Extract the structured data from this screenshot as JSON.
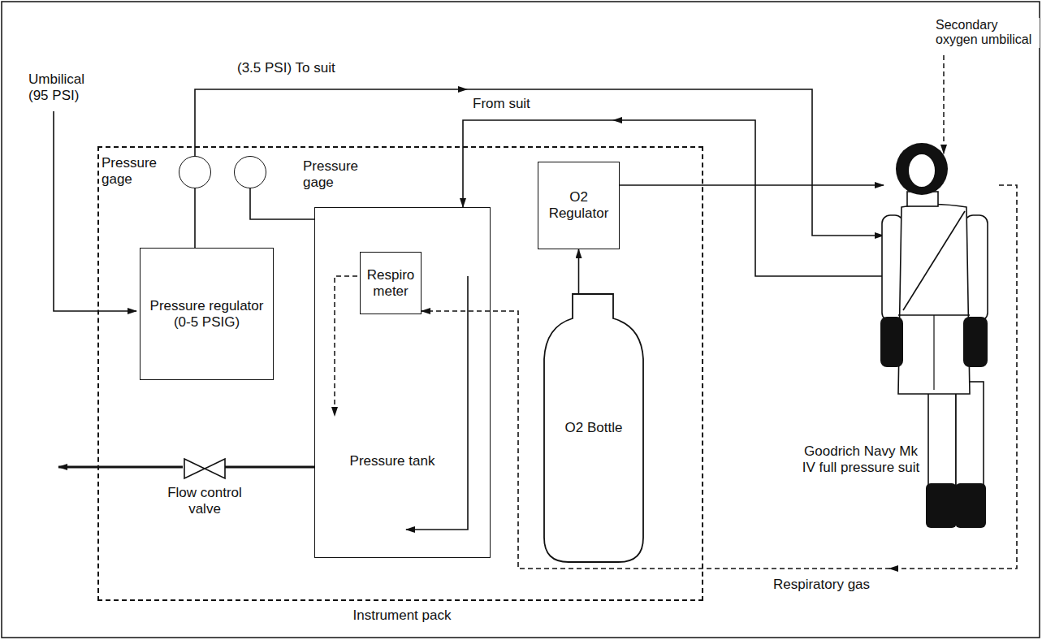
{
  "diagram": {
    "nodes": [
      {
        "text": [
          "Instrument pack"
        ]
      },
      {
        "text": [
          "Pressure gage"
        ],
        "in": 0
      },
      {
        "text": [
          "Pressure gage"
        ],
        "in": 0
      },
      {
        "text": [
          "Pressure regulator (0-5 PSIG)"
        ],
        "in": 0
      },
      {
        "text": [
          "Pressure tank"
        ],
        "in": 0
      },
      {
        "text": [
          "Respiro meter"
        ],
        "in": 4
      },
      {
        "text": [
          "O2 Regulator"
        ],
        "in": 0
      },
      {
        "text": [
          "O2 Bottle"
        ],
        "in": 0
      },
      {
        "text": [
          "Flow control valve"
        ],
        "in": 0
      },
      {
        "text": [
          "Goodrich Navy Mk IV full pressure suit"
        ]
      }
    ],
    "edges": [
      {
        "from": 3,
        "to": 1,
        "arrow": "none"
      },
      {
        "from": 1,
        "to": 9,
        "arrow": "to",
        "label": "(3.5 PSI) To suit"
      },
      {
        "from": 9,
        "to": 4,
        "arrow": "to",
        "label": "From suit"
      },
      {
        "from": 2,
        "to": 4,
        "arrow": "none"
      },
      {
        "from": 7,
        "to": 6,
        "arrow": "to"
      },
      {
        "from": 6,
        "to": 9,
        "arrow": "to"
      },
      {
        "from": 9,
        "to": 5,
        "arrow": "to",
        "label": "Respiratory gas"
      },
      {
        "from": 4,
        "to": 8,
        "arrow": "none"
      }
    ],
    "labels": [
      "Umbilical (95 PSI)",
      "Secondary oxygen umbilical"
    ]
  }
}
